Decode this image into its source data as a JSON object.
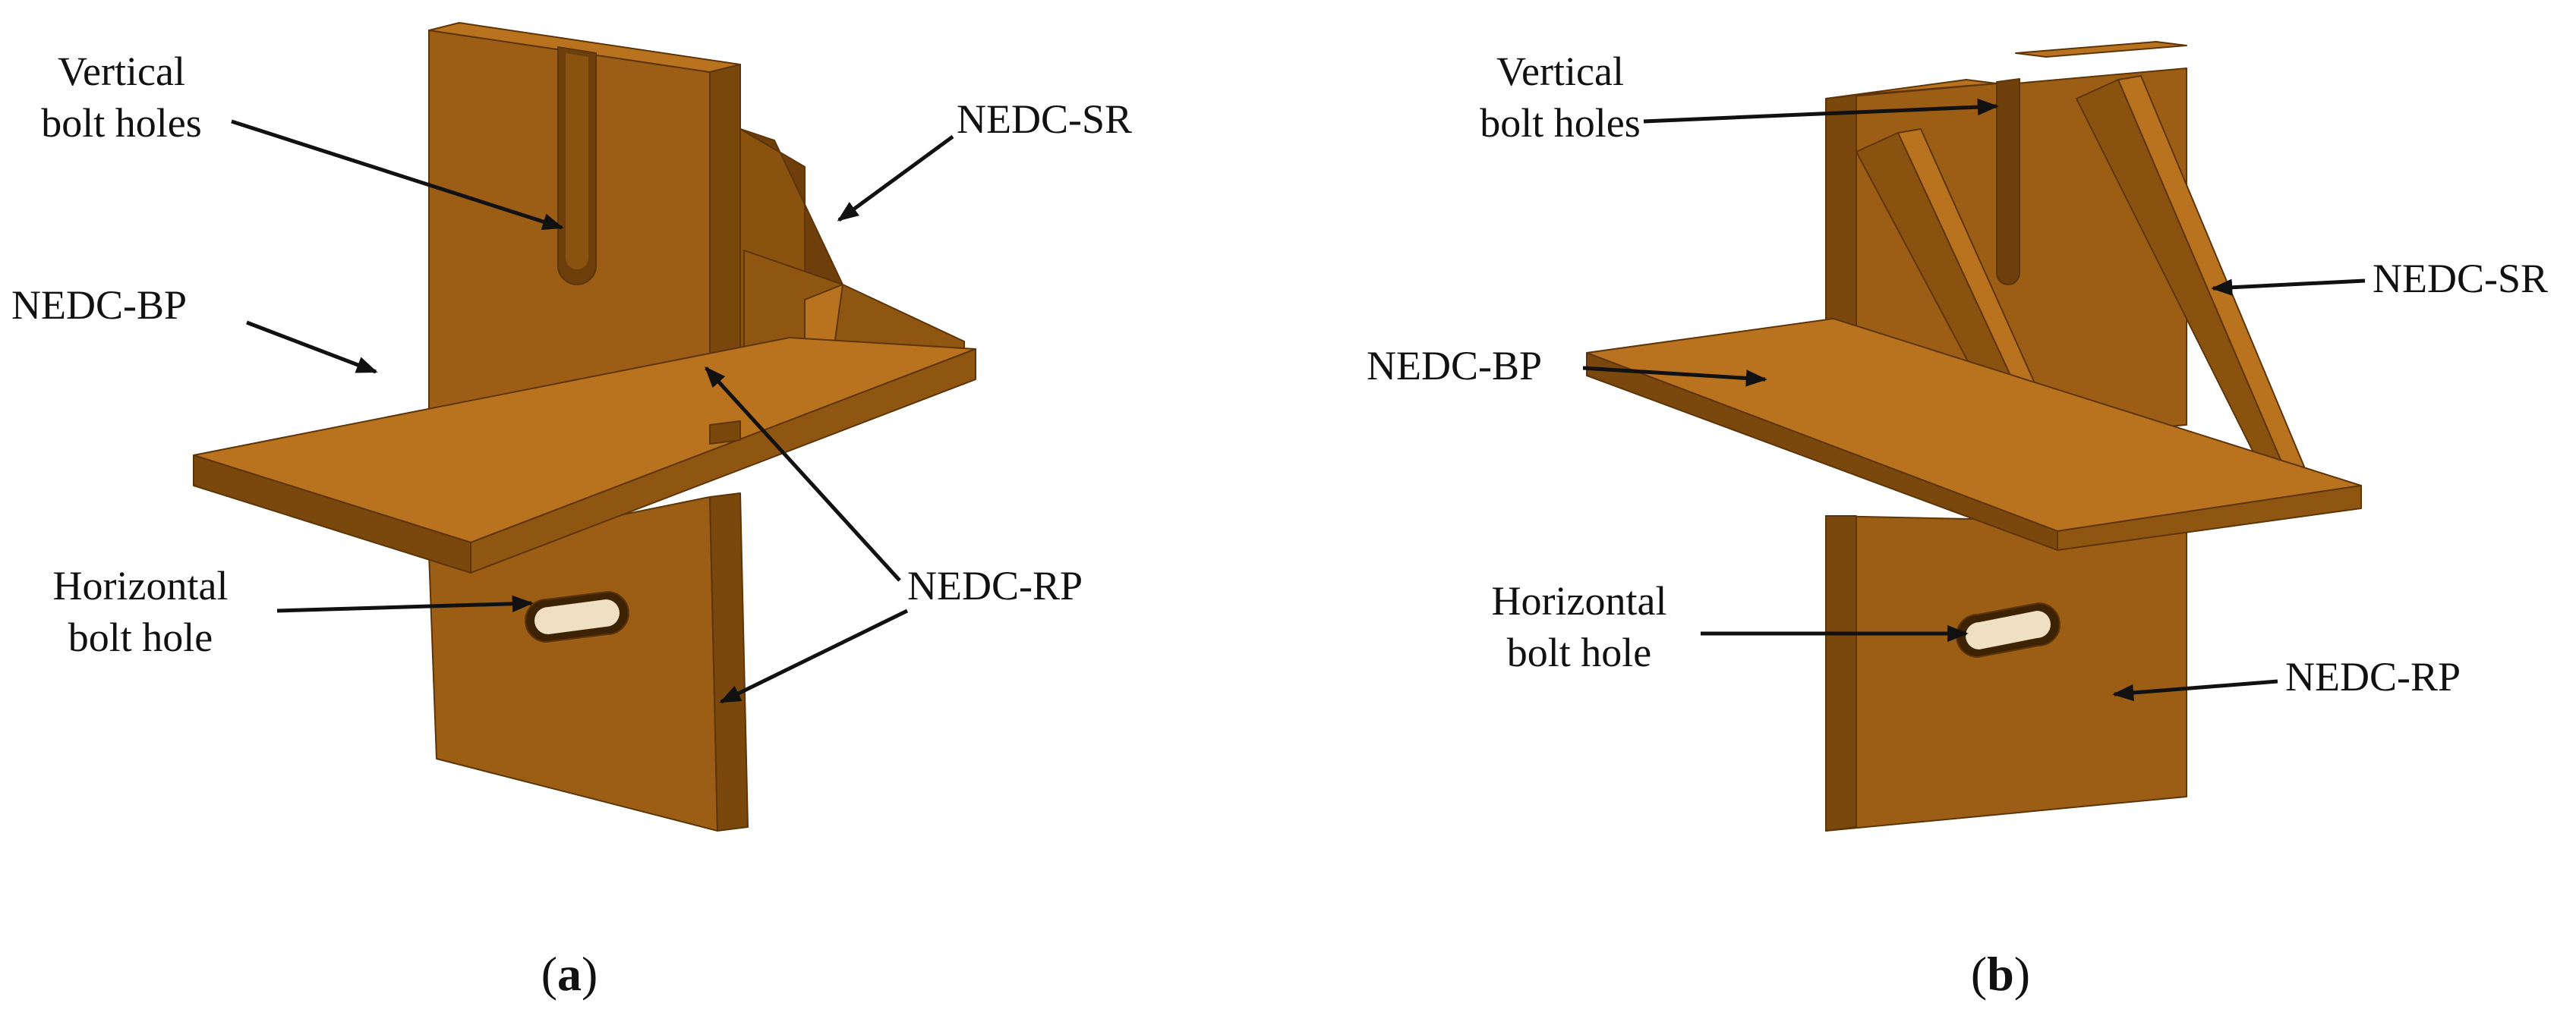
{
  "colors": {
    "steel_light": "#b9731f",
    "steel_mid": "#9c5e14",
    "steel_dark": "#7a470d",
    "steel_edge": "#5e3508",
    "arrow": "#111111"
  },
  "figure_a": {
    "labels": {
      "vertical_bolt_holes": [
        "Vertical",
        "bolt holes"
      ],
      "nedc_sr": "NEDC-SR",
      "nedc_bp": "NEDC-BP",
      "nedc_rp": "NEDC-RP",
      "horizontal_bolt_hole": [
        "Horizontal",
        "bolt hole"
      ]
    },
    "caption": {
      "open": "(",
      "letter": "a",
      "close": ")"
    }
  },
  "figure_b": {
    "labels": {
      "vertical_bolt_holes": [
        "Vertical",
        "bolt holes"
      ],
      "nedc_sr": "NEDC-SR",
      "nedc_bp": "NEDC-BP",
      "nedc_rp": "NEDC-RP",
      "horizontal_bolt_hole": [
        "Horizontal",
        "bolt hole"
      ]
    },
    "caption": {
      "open": "(",
      "letter": "b",
      "close": ")"
    }
  }
}
